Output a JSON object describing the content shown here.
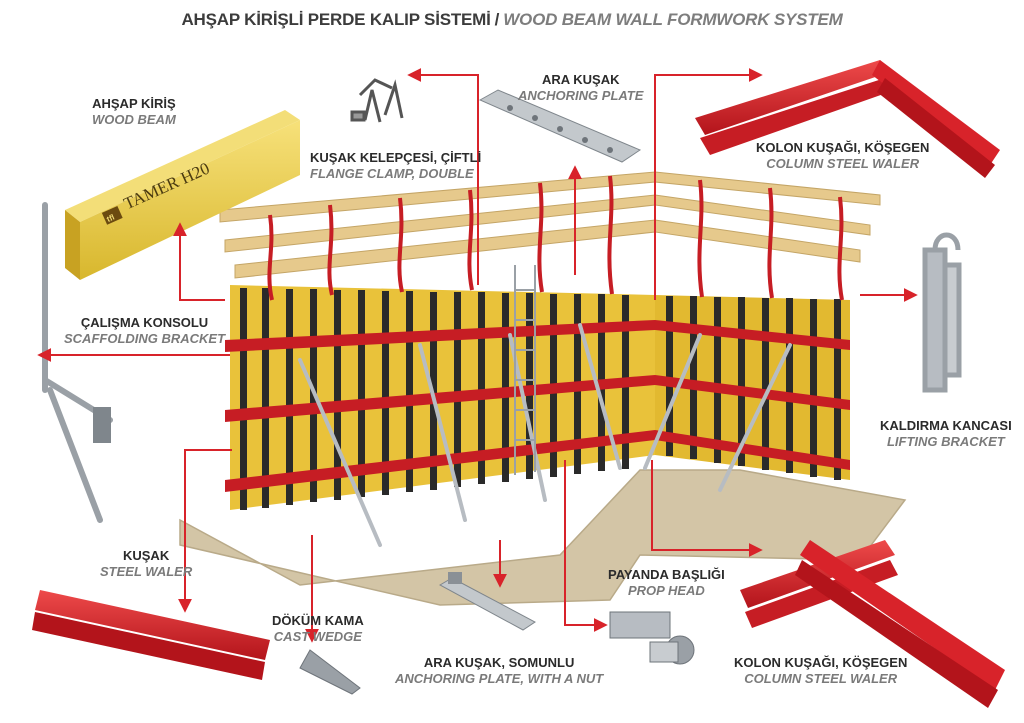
{
  "title": {
    "tr": "AHŞAP KİRİŞLİ PERDE KALIP SİSTEMİ",
    "sep": "/",
    "en": "WOOD BEAM WALL FORMWORK SYSTEM"
  },
  "beam_stamp": "TAMER H20",
  "beam_logo": "tfl",
  "colors": {
    "red": "#d8232a",
    "yellow": "#f2d21b",
    "wood": "#e6c98c",
    "floor": "#d3c5a6",
    "steel": "#b7bcc2",
    "dark": "#2a2a2a"
  },
  "labels": [
    {
      "id": "wood-beam",
      "tr": "AHŞAP KİRİŞ",
      "en": "WOOD BEAM"
    },
    {
      "id": "flange-clamp",
      "tr": "KUŞAK KELEPÇESİ, ÇİFTLİ",
      "en": "FLANGE CLAMP, DOUBLE"
    },
    {
      "id": "anchoring-plate",
      "tr": "ARA KUŞAK",
      "en": "ANCHORING PLATE"
    },
    {
      "id": "column-waler-top",
      "tr": "KOLON KUŞAĞI, KÖŞEGEN",
      "en": "COLUMN STEEL WALER"
    },
    {
      "id": "scaffolding-bracket",
      "tr": "ÇALIŞMA KONSOLU",
      "en": "SCAFFOLDING BRACKET"
    },
    {
      "id": "lifting-bracket",
      "tr": "KALDIRMA KANCASI",
      "en": "LIFTING BRACKET"
    },
    {
      "id": "steel-waler",
      "tr": "KUŞAK",
      "en": "STEEL WALER"
    },
    {
      "id": "cast-wedge",
      "tr": "DÖKÜM KAMA",
      "en": "CAST WEDGE"
    },
    {
      "id": "prop-head",
      "tr": "PAYANDA BAŞLIĞI",
      "en": "PROP HEAD"
    },
    {
      "id": "anchoring-plate-nut",
      "tr": "ARA KUŞAK, SOMUNLU",
      "en": "ANCHORING PLATE, WITH A NUT"
    },
    {
      "id": "column-waler-bottom",
      "tr": "KOLON KUŞAĞI, KÖŞEGEN",
      "en": "COLUMN STEEL WALER"
    }
  ]
}
